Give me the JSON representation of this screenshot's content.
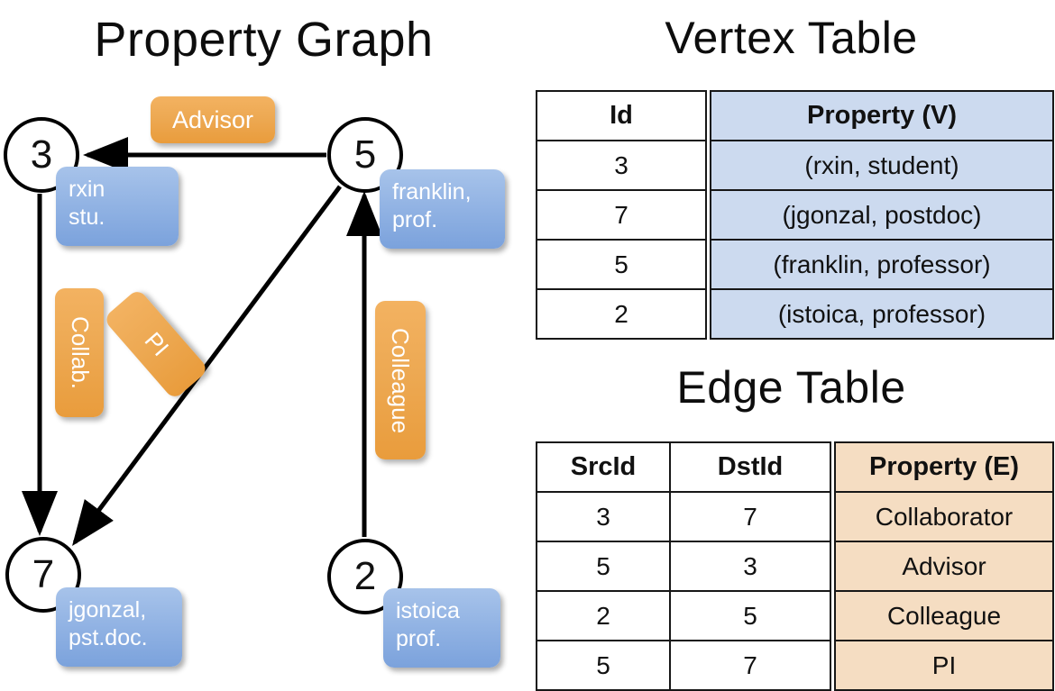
{
  "panels": {
    "graph_title": "Property Graph",
    "vertex_title": "Vertex Table",
    "edge_title": "Edge Table"
  },
  "graph": {
    "nodes": [
      {
        "id": "3",
        "property": "rxin\nstu."
      },
      {
        "id": "5",
        "property": "franklin,\nprof."
      },
      {
        "id": "7",
        "property": "jgonzal,\npst.doc."
      },
      {
        "id": "2",
        "property": "istoica\nprof."
      }
    ],
    "edge_labels": {
      "advisor": "Advisor",
      "collab": "Collab.",
      "pi": "PI",
      "colleague": "Colleague"
    },
    "edges": [
      {
        "src": "5",
        "dst": "3",
        "label": "Advisor"
      },
      {
        "src": "3",
        "dst": "7",
        "label": "Collab."
      },
      {
        "src": "5",
        "dst": "7",
        "label": "PI"
      },
      {
        "src": "2",
        "dst": "5",
        "label": "Colleague"
      }
    ]
  },
  "vertex_table": {
    "headers": [
      "Id",
      "Property (V)"
    ],
    "rows": [
      {
        "id": "3",
        "property": "(rxin, student)"
      },
      {
        "id": "7",
        "property": "(jgonzal, postdoc)"
      },
      {
        "id": "5",
        "property": "(franklin, professor)"
      },
      {
        "id": "2",
        "property": "(istoica, professor)"
      }
    ]
  },
  "edge_table": {
    "headers": [
      "SrcId",
      "DstId",
      "Property (E)"
    ],
    "rows": [
      {
        "src": "3",
        "dst": "7",
        "property": "Collaborator"
      },
      {
        "src": "5",
        "dst": "3",
        "property": "Advisor"
      },
      {
        "src": "2",
        "dst": "5",
        "property": "Colleague"
      },
      {
        "src": "5",
        "dst": "7",
        "property": "PI"
      }
    ]
  },
  "colors": {
    "vertex_property_fill": "#ccdaef",
    "edge_property_fill": "#f5ddc2",
    "node_box_blue": "#93b4e4",
    "edge_label_orange": "#eda953",
    "stroke": "#000000"
  }
}
